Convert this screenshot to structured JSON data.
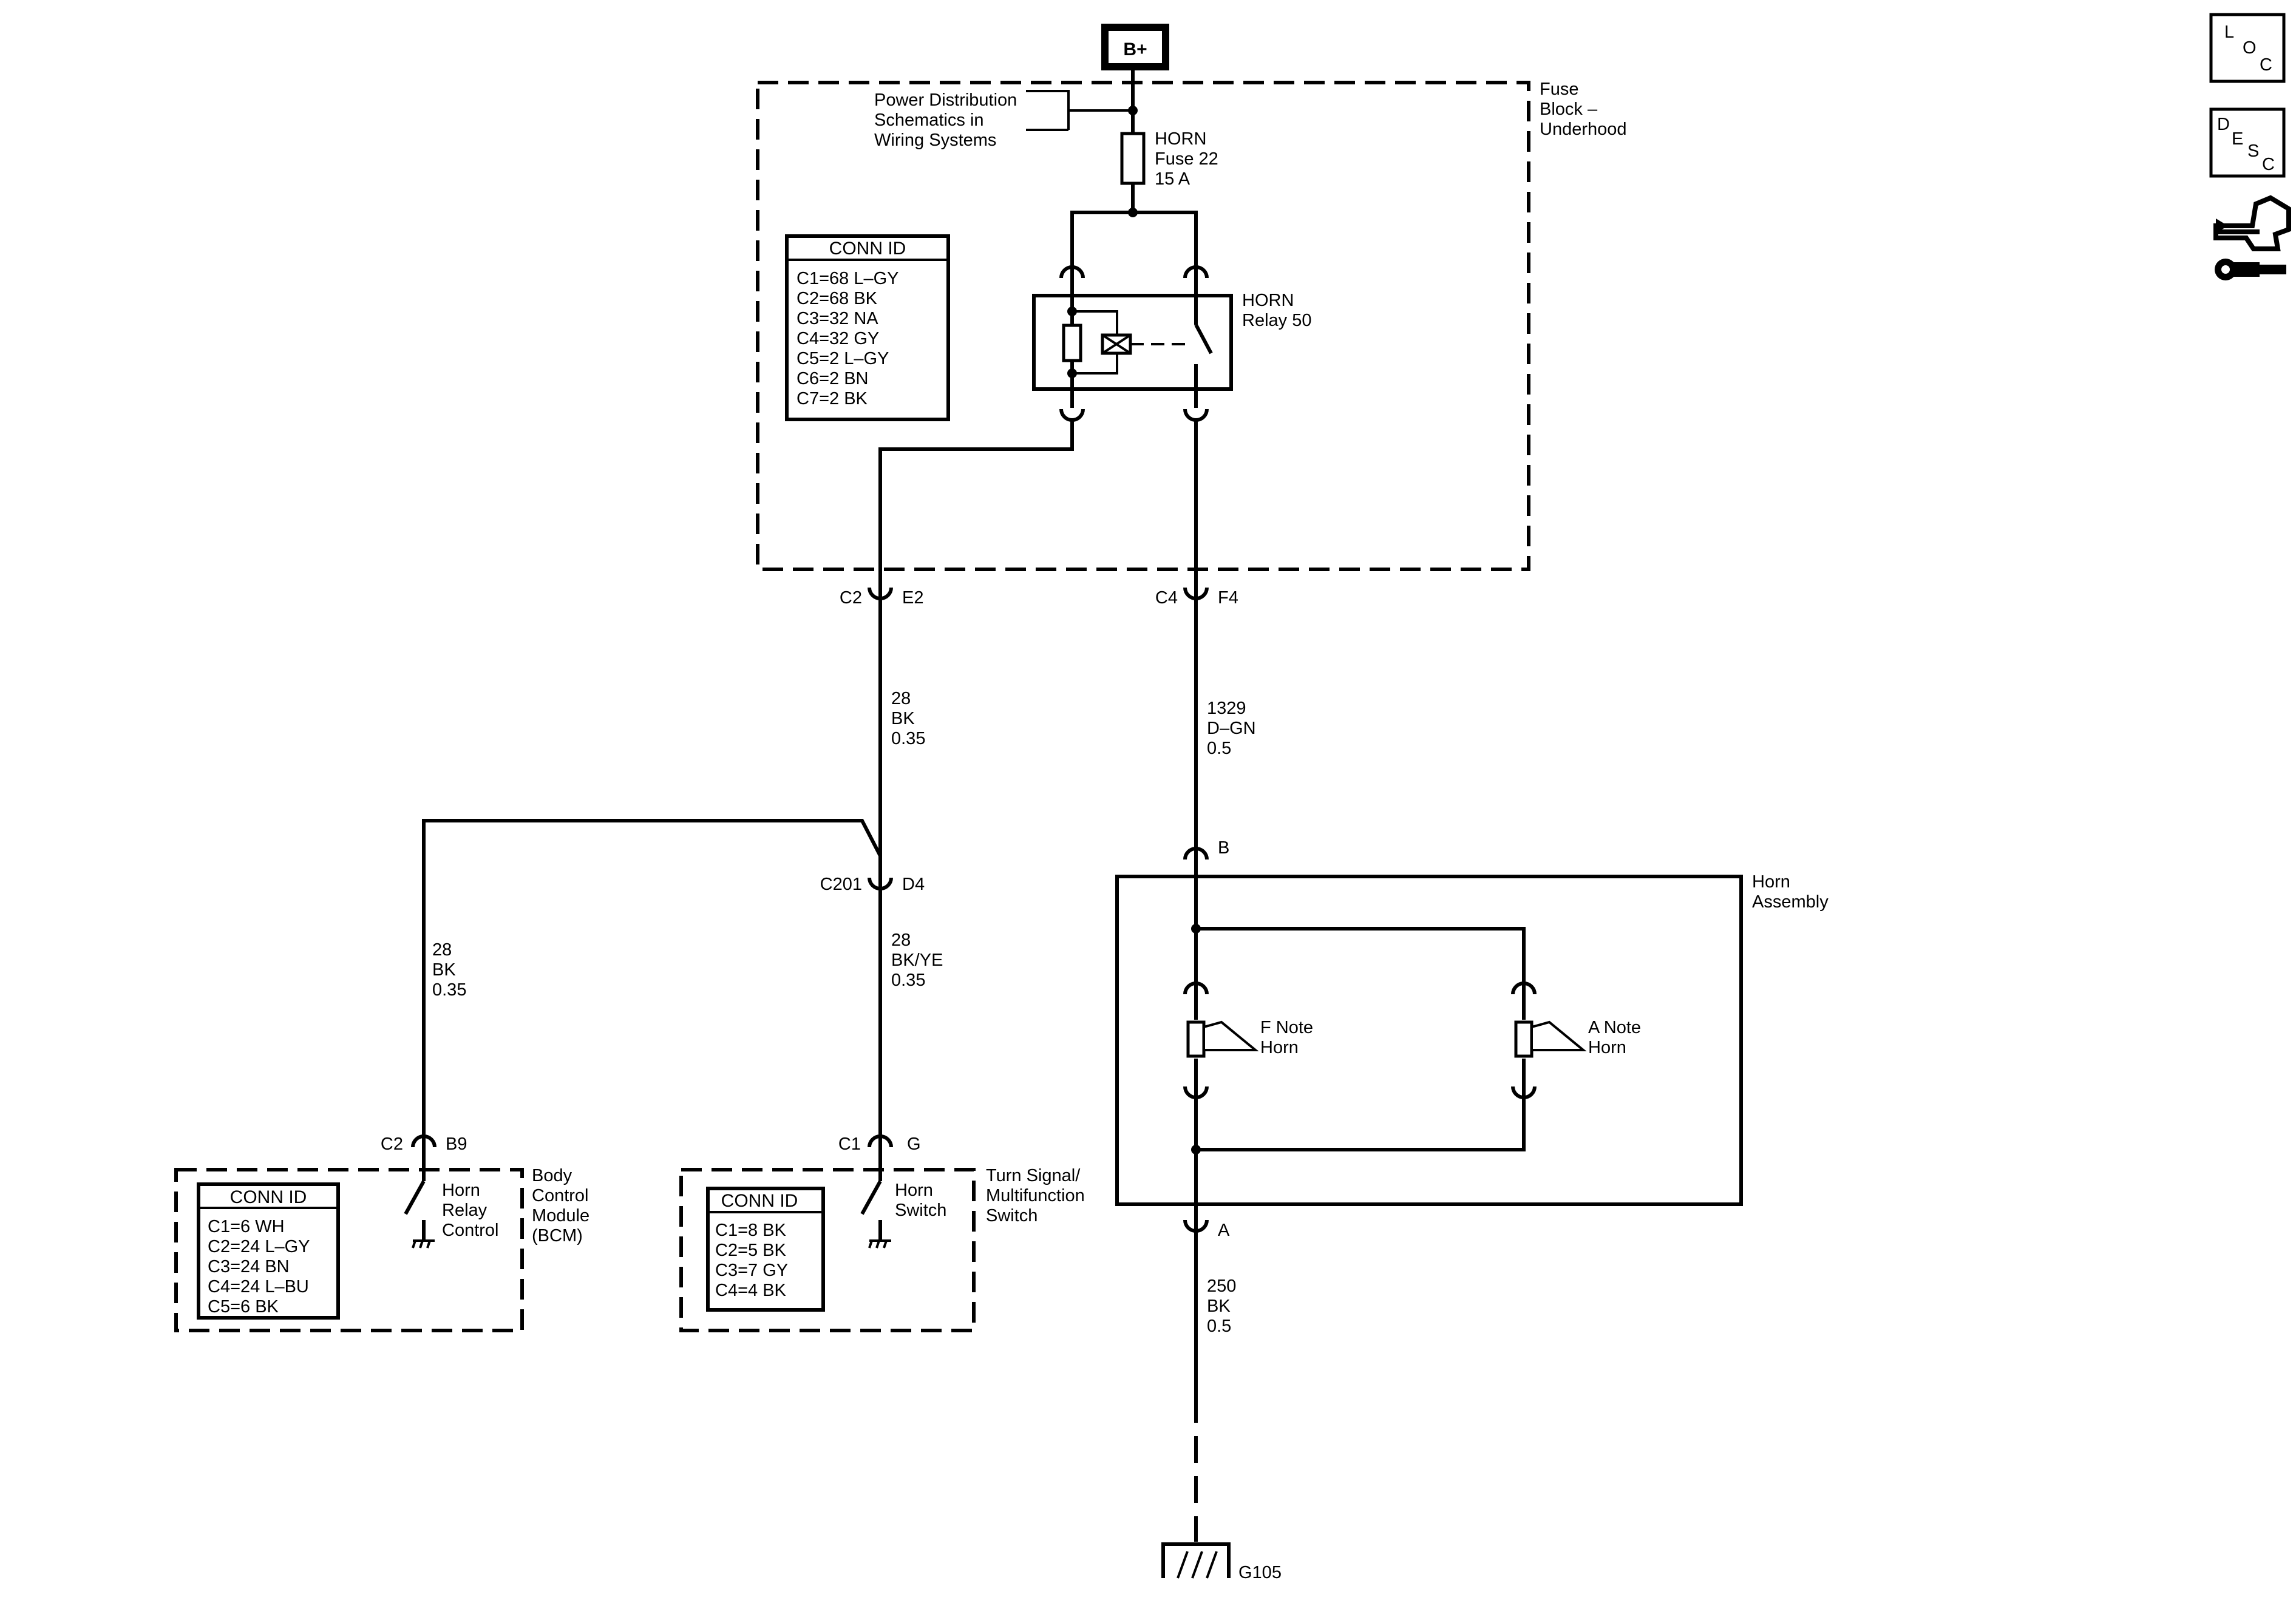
{
  "power_source": {
    "label": "B+"
  },
  "fuse_block": {
    "title": [
      "Fuse",
      "Block –",
      "Underhood"
    ],
    "power_ref": [
      "Power Distribution",
      "Schematics in",
      "Wiring Systems"
    ],
    "fuse": [
      "HORN",
      "Fuse 22",
      "15 A"
    ],
    "relay": [
      "HORN",
      "Relay 50"
    ],
    "conn_id": {
      "header": "CONN ID",
      "rows": [
        "C1=68 L–GY",
        "C2=68 BK",
        "C3=32 NA",
        "C4=32 GY",
        "C5=2 L–GY",
        "C6=2 BN",
        "C7=2 BK"
      ]
    },
    "connector_left": {
      "conn": "C2",
      "pin": "E2"
    },
    "connector_right": {
      "conn": "C4",
      "pin": "F4"
    }
  },
  "wires": {
    "w_28_upper": [
      "28",
      "BK",
      "0.35"
    ],
    "w_28_bcm": [
      "28",
      "BK",
      "0.35"
    ],
    "w_28_switch": [
      "28",
      "BK/YE",
      "0.35"
    ],
    "w_1329": [
      "1329",
      "D–GN",
      "0.5"
    ],
    "w_250": [
      "250",
      "BK",
      "0.5"
    ]
  },
  "splice": {
    "conn": "C201",
    "pin": "D4"
  },
  "bcm": {
    "title": [
      "Body",
      "Control",
      "Module",
      "(BCM)"
    ],
    "connector": {
      "conn": "C2",
      "pin": "B9"
    },
    "switch_label": [
      "Horn",
      "Relay",
      "Control"
    ],
    "conn_id": {
      "header": "CONN ID",
      "rows": [
        "C1=6 WH",
        "C2=24 L–GY",
        "C3=24 BN",
        "C4=24 L–BU",
        "C5=6 BK"
      ]
    }
  },
  "turn_signal": {
    "title": [
      "Turn Signal/",
      "Multifunction",
      "Switch"
    ],
    "connector": {
      "conn": "C1",
      "pin": "G"
    },
    "switch_label": [
      "Horn",
      "Switch"
    ],
    "conn_id": {
      "header": "CONN ID",
      "rows": [
        "C1=8 BK",
        "C2=5 BK",
        "C3=7 GY",
        "C4=4 BK"
      ]
    }
  },
  "horn_assembly": {
    "title": [
      "Horn",
      "Assembly"
    ],
    "pin_top": "B",
    "pin_bottom": "A",
    "horn_f": [
      "F Note",
      "Horn"
    ],
    "horn_a": [
      "A Note",
      "Horn"
    ]
  },
  "ground": {
    "label": "G105"
  },
  "side_icons": {
    "loc": [
      "L",
      "O",
      "C"
    ],
    "desc": [
      "D",
      "E",
      "S",
      "C"
    ],
    "tool_icon": "connector-repair-icon"
  }
}
